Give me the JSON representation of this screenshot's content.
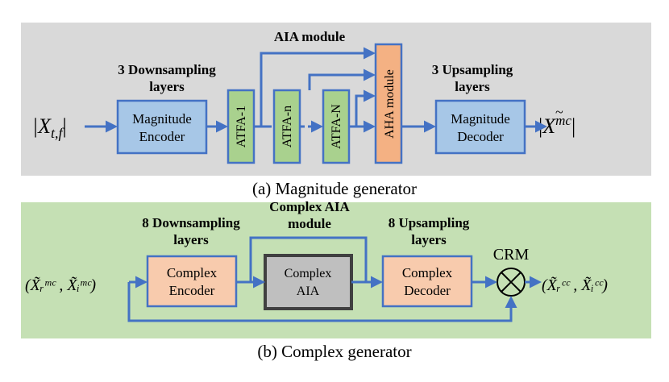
{
  "panel_a": {
    "caption": "(a) Magnitude generator",
    "input": "|X",
    "input_sub": "t,f",
    "downsampling_label": [
      "3 Downsampling",
      "layers"
    ],
    "encoder": [
      "Magnitude",
      "Encoder"
    ],
    "atfa_blocks": [
      "ATFA-1",
      "ATFA-n",
      "ATFA-N"
    ],
    "aia_label": "AIA module",
    "aha_label": "AHA module",
    "upsampling_label": [
      "3 Upsampling",
      "layers"
    ],
    "decoder": [
      "Magnitude",
      "Decoder"
    ],
    "output": "X",
    "output_sup": "mc"
  },
  "panel_b": {
    "caption": "(b) Complex generator",
    "input": "(X̃ᵣᵐᶜ , X̃ᵢᵐᶜ)",
    "downsampling_label": [
      "8 Downsampling",
      "layers"
    ],
    "encoder": [
      "Complex",
      "Encoder"
    ],
    "aia_label": [
      "Complex AIA",
      "module"
    ],
    "aia_block": [
      "Complex",
      "AIA"
    ],
    "upsampling_label": [
      "8 Upsampling",
      "layers"
    ],
    "decoder": [
      "Complex",
      "Decoder"
    ],
    "crm_label": "CRM",
    "output": "(X̃ᵣᶜᶜ , X̃ᵢᶜᶜ)"
  },
  "colors": {
    "panel_a_bg": "#d9d9d9",
    "panel_b_bg": "#c5e0b4",
    "blue_box": "#a7c7e7",
    "blue_border": "#4472c4",
    "green_box": "#a9d18e",
    "orange_box": "#f4b183",
    "peach_box": "#f8cbad",
    "gray_box": "#bfbfbf",
    "arrow": "#4472c4"
  }
}
